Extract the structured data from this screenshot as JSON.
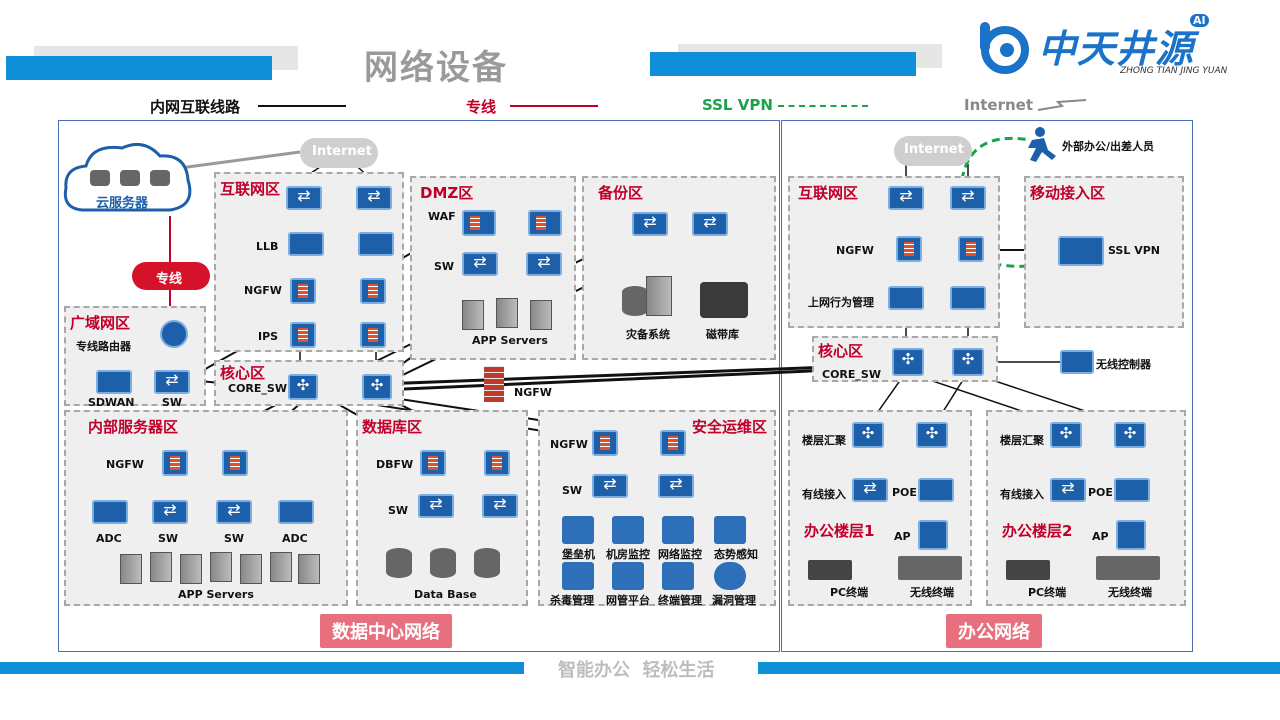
{
  "header": {
    "title": "网络设备",
    "logo_text": "中天井源",
    "logo_ai": "AI",
    "logo_sub": "ZHONG TIAN JING YUAN"
  },
  "legend": {
    "intranet": "内网互联线路",
    "dedicated": "专线",
    "sslvpn": "SSL VPN",
    "internet": "Internet"
  },
  "datacenter": {
    "cloud": "云服务器",
    "dedicated_cloud": "专线",
    "internet": "Internet",
    "wan": {
      "title": "广域网区",
      "router": "专线路由器",
      "sdwan": "SDWAN",
      "sw": "SW"
    },
    "internet_zone": {
      "title": "互联网区",
      "llb": "LLB",
      "ngfw": "NGFW",
      "ips": "IPS"
    },
    "core": {
      "title": "核心区",
      "core_sw": "CORE_SW"
    },
    "dmz": {
      "title": "DMZ区",
      "waf": "WAF",
      "sw": "SW",
      "servers": "APP Servers"
    },
    "backup": {
      "title": "备份区",
      "disaster": "灾备系统",
      "tape": "磁带库"
    },
    "ngfw_center": "NGFW",
    "internal": {
      "title": "内部服务器区",
      "ngfw": "NGFW",
      "adc1": "ADC",
      "sw1": "SW",
      "sw2": "SW",
      "adc2": "ADC",
      "servers": "APP Servers"
    },
    "database": {
      "title": "数据库区",
      "dbfw": "DBFW",
      "sw": "SW",
      "db": "Data Base"
    },
    "secops": {
      "title": "安全运维区",
      "ngfw": "NGFW",
      "sw": "SW",
      "items": [
        "堡垒机",
        "机房监控",
        "网络监控",
        "态势感知",
        "杀毒管理",
        "网管平台",
        "终端管理",
        "漏洞管理"
      ]
    },
    "tag": "数据中心网络"
  },
  "office": {
    "remote": "外部办公/出差人员",
    "internet": "Internet",
    "internet_zone": {
      "title": "互联网区",
      "ngfw": "NGFW",
      "behavior": "上网行为管理"
    },
    "mobile": {
      "title": "移动接入区",
      "sslvpn": "SSL VPN"
    },
    "core": {
      "title": "核心区",
      "core_sw": "CORE_SW",
      "wlc": "无线控制器"
    },
    "floor1": {
      "agg": "楼层汇聚",
      "access": "有线接入",
      "poe": "POE",
      "name": "办公楼层1",
      "ap": "AP",
      "pc": "PC终端",
      "wireless": "无线终端"
    },
    "floor2": {
      "agg": "楼层汇聚",
      "access": "有线接入",
      "poe": "POE",
      "name": "办公楼层2",
      "ap": "AP",
      "pc": "PC终端",
      "wireless": "无线终端"
    },
    "tag": "办公网络"
  },
  "footer": {
    "slogan": "智能办公  轻松生活"
  },
  "colors": {
    "accent_blue": "#0f8fd8",
    "zone_red": "#c0002a",
    "device_blue": "#1d5fa8",
    "tag_pink": "#e8707e",
    "vpn_green": "#1aa34a"
  }
}
